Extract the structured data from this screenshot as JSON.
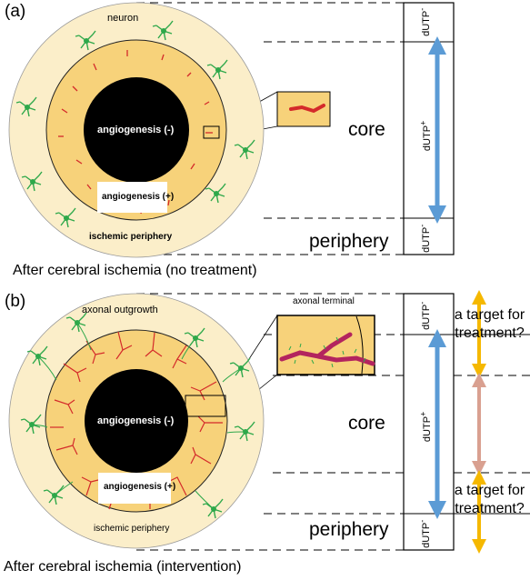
{
  "panel_a": {
    "label": "(a)",
    "caption": "After cerebral ischemia (no treatment)",
    "neuron_label": "neuron",
    "angio_neg": "angiogenesis (-)",
    "angio_pos": "angiogenesis (+)",
    "periphery_label": "ischemic periphery",
    "core_word": "core",
    "periphery_word": "periphery",
    "dutp_top": "dUTP",
    "dutp_top_sup": "-",
    "dutp_mid": "dUTP",
    "dutp_mid_sup": "+",
    "dutp_bot": "dUTP",
    "dutp_bot_sup": "-"
  },
  "panel_b": {
    "label": "(b)",
    "caption": "After cerebral ischemia (intervention)",
    "axonal_outgrowth": "axonal outgrowth",
    "axonal_terminal": "axonal terminal",
    "angio_neg": "angiogenesis (-)",
    "angio_pos": "angiogenesis (+)",
    "periphery_label": "ischemic periphery",
    "core_word": "core",
    "periphery_word": "periphery",
    "target_top": "a target for treatment?",
    "target_bottom": "a target for treatment?",
    "dutp_top": "dUTP",
    "dutp_top_sup": "-",
    "dutp_mid": "dUTP",
    "dutp_mid_sup": "+",
    "dutp_bot": "dUTP",
    "dutp_bot_sup": "-"
  },
  "colors": {
    "outer_zone": "#fbeec9",
    "core_zone": "#f7d27a",
    "necrotic": "#000000",
    "vessel": "#d42a2a",
    "neuron": "#2ea84a",
    "arrow_blue": "#5b9bd5",
    "arrow_gold": "#f5b800",
    "arrow_pink": "#d9a090"
  }
}
